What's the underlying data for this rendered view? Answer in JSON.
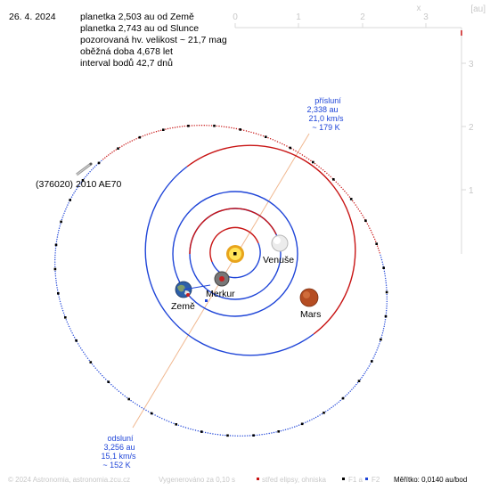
{
  "date": "26. 4. 2024",
  "info_lines": [
    "planetka 2,503 au od Země",
    "planetka 2,743 au od Slunce",
    "pozorovaná hv. velikost ~ 21,7 mag",
    "oběžná doba 4,678 let",
    "interval bodů 42,7 dnů"
  ],
  "axis": {
    "x_label": "x",
    "unit": "[au]",
    "x_ticks": [
      "0",
      "1",
      "2",
      "3"
    ],
    "y_ticks": [
      "3",
      "2",
      "1"
    ]
  },
  "perihelion": [
    "přísluní",
    "2,338 au",
    "21,0 km/s",
    "~ 179 K"
  ],
  "aphelion": [
    "odsluní",
    "3,256 au",
    "15,1 km/s",
    "~ 152 K"
  ],
  "asteroid_name": "(376020) 2010 AE70",
  "planets": {
    "venus": "Venuše",
    "mercury": "Merkur",
    "earth": "Země",
    "mars": "Mars"
  },
  "footer": {
    "copyright": "© 2024 Astronomia, astronomia.zcu.cz",
    "generated": "Vygenerováno za 0,10 s",
    "legend_center": "střed elipsy, ohniska",
    "legend_f1": "F1 a",
    "legend_f2": "F2",
    "scale": "Měřítko: 0,0140 au/bod"
  },
  "colors": {
    "orbit_above": "#c81414",
    "orbit_below": "#1f45d8",
    "apsis_line": "#f0b890",
    "label_blue": "#1f45d8"
  }
}
